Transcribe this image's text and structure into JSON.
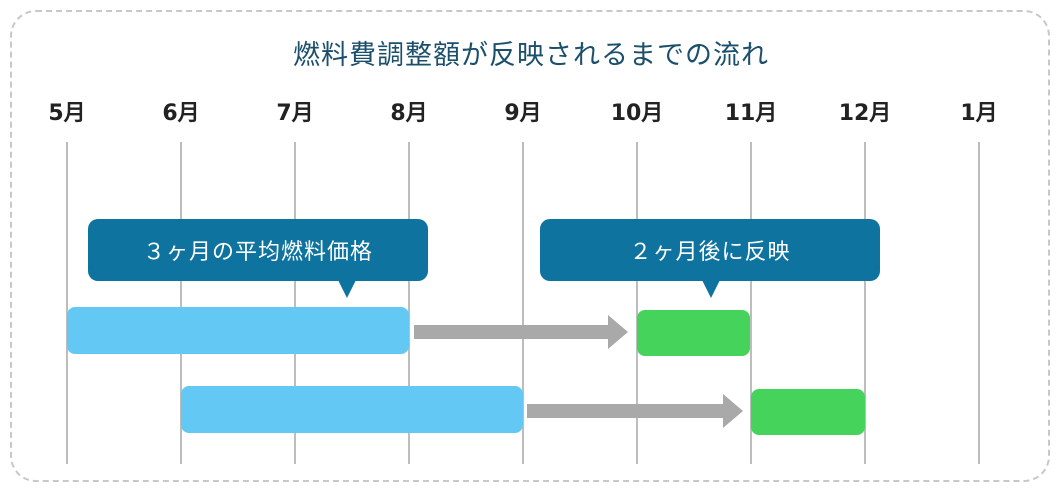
{
  "diagram": {
    "title": "燃料費調整額が反映されるまでの流れ",
    "months": [
      "5月",
      "6月",
      "7月",
      "8月",
      "9月",
      "10月",
      "11月",
      "12月",
      "1月"
    ],
    "callouts": [
      {
        "text": "３ヶ月の平均燃料価格"
      },
      {
        "text": "２ヶ月後に反映"
      }
    ],
    "colors": {
      "title": "#1b4f6b",
      "callout": "#0f739f",
      "averaging_bar": "#63c9f4",
      "reflected_bar": "#45d35b",
      "arrow": "#a9a9a9",
      "gridline": "#bdbdbd"
    }
  }
}
